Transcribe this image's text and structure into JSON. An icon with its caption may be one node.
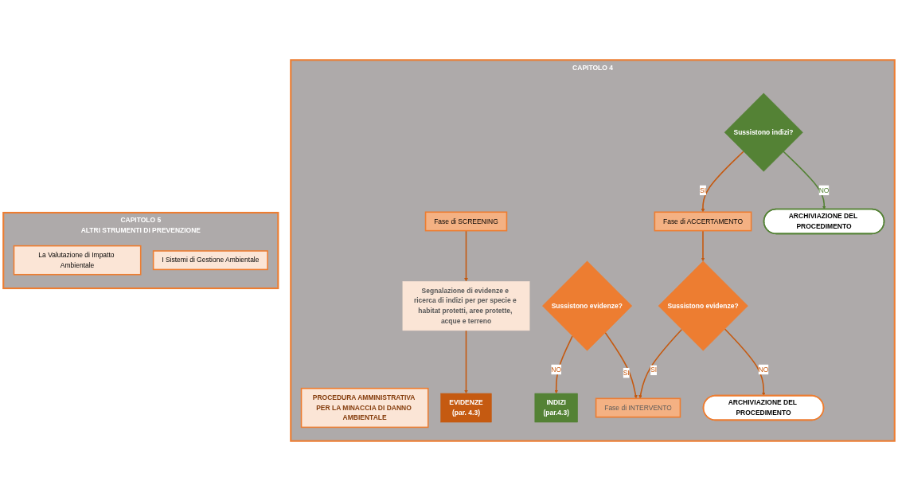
{
  "diagram": {
    "nodes": [
      {
        "text": [
          "CAPITOLO 4"
        ]
      },
      {
        "text": [
          "PROCEDURA AMMINISTRATIVA PER LA MINACCIA DI DANNO AMBIENTALE"
        ],
        "in": 0
      },
      {
        "text": [
          "Fase di SCREENING"
        ],
        "in": 0
      },
      {
        "text": [
          "Segnalazione di evidenze e ricerca di indizi per per specie e habitat protetti, aree protette, acque e terreno"
        ],
        "in": 0
      },
      {
        "text": [
          "EVIDENZE",
          "(par. 4.3)"
        ],
        "in": 0
      },
      {
        "text": [
          "Sussistono evidenze?"
        ],
        "in": 0
      },
      {
        "text": [
          "INDIZI",
          "(par.4.3)"
        ],
        "in": 0
      },
      {
        "text": [
          "Sussistono indizi?"
        ],
        "in": 0
      },
      {
        "text": [
          "ARCHIVIAZIONE DEL PROCEDIMENTO"
        ],
        "in": 0
      },
      {
        "text": [
          "Fase di ACCERTAMENTO"
        ],
        "in": 0
      },
      {
        "text": [
          "Fase di INTERVENTO"
        ],
        "in": 0
      },
      {
        "text": [
          "Sussistono evidenze?"
        ],
        "in": 0
      },
      {
        "text": [
          "ARCHIVIAZIONE DEL PROCEDIMENTO"
        ],
        "in": 0
      },
      {
        "text": [
          "CAPITOLO 5",
          "ALTRI STRUMENTI DI PREVENZIONE"
        ]
      },
      {
        "text": [
          "La Valutazione di Impatto Ambientale"
        ],
        "in": 13
      },
      {
        "text": [
          "I Sistemi di Gestione Ambientale"
        ],
        "in": 13
      }
    ],
    "edges": [
      {
        "from": 2,
        "to": 3,
        "arrow": "to"
      },
      {
        "from": 3,
        "to": 4,
        "arrow": "to"
      },
      {
        "from": 5,
        "to": 10,
        "label": "SI",
        "arrow": "to"
      },
      {
        "from": 5,
        "to": 6,
        "label": "NO",
        "arrow": "to"
      },
      {
        "from": 7,
        "to": 8,
        "label": "NO",
        "arrow": "to",
        "color": "#548235"
      },
      {
        "from": 7,
        "to": 9,
        "label": "SI",
        "arrow": "to"
      },
      {
        "from": 9,
        "to": 11,
        "arrow": "to"
      },
      {
        "from": 11,
        "to": 12,
        "label": "NO",
        "arrow": "to"
      },
      {
        "from": 11,
        "to": 10,
        "label": "SI",
        "arrow": "to"
      }
    ]
  }
}
